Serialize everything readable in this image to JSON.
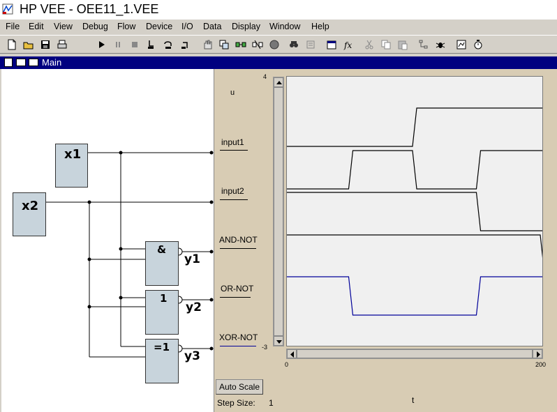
{
  "window": {
    "title": "HP VEE - OEE11_1.VEE"
  },
  "menu": [
    "File",
    "Edit",
    "View",
    "Debug",
    "Flow",
    "Device",
    "I/O",
    "Data",
    "Display",
    "Window",
    "Help"
  ],
  "workspace": {
    "title": "Main"
  },
  "blocks": {
    "x1": "x1",
    "x2": "x2",
    "and_symbol": "&",
    "or_symbol": "1",
    "xor_symbol": "=1",
    "y1": "y1",
    "y2": "y2",
    "y3": "y3"
  },
  "strip_chart": {
    "traces": [
      {
        "label": "u"
      },
      {
        "label": "input1"
      },
      {
        "label": "input2"
      },
      {
        "label": "AND-NOT"
      },
      {
        "label": "OR-NOT"
      },
      {
        "label": "XOR-NOT"
      }
    ],
    "y_max": "4",
    "y_min": "-3",
    "x_min": "0",
    "x_max": "200",
    "x_label": "t",
    "auto_scale_label": "Auto Scale",
    "step_size_label": "Step Size:",
    "step_size_value": "1",
    "trace_color": "#000000",
    "xor_color": "#000099"
  },
  "chart_data": {
    "type": "line",
    "xlim": [
      0,
      200
    ],
    "xlabel": "t",
    "series": [
      {
        "name": "input1",
        "x": [
          0,
          50,
          100,
          150,
          200
        ],
        "values": [
          0,
          0,
          1,
          1,
          1
        ]
      },
      {
        "name": "input2",
        "x": [
          0,
          50,
          100,
          150,
          200
        ],
        "values": [
          0,
          1,
          0,
          1,
          1
        ]
      },
      {
        "name": "AND-NOT",
        "x": [
          0,
          50,
          150,
          200
        ],
        "values": [
          1,
          1,
          0,
          0
        ]
      },
      {
        "name": "OR-NOT",
        "x": [
          0,
          150,
          200
        ],
        "values": [
          1,
          1,
          0
        ]
      },
      {
        "name": "XOR-NOT",
        "x": [
          0,
          50,
          100,
          150,
          200
        ],
        "values": [
          1,
          0,
          0,
          1,
          1
        ]
      }
    ]
  }
}
